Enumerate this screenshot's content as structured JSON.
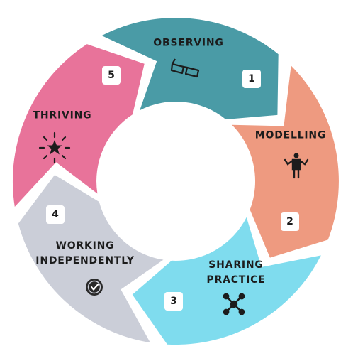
{
  "diagram": {
    "steps": [
      {
        "id": "observing",
        "label": "OBSERVING",
        "number": "1",
        "color": "#4a9ba6",
        "icon": "glasses-icon"
      },
      {
        "id": "modelling",
        "label": "MODELLING",
        "number": "2",
        "color": "#ee9a80",
        "icon": "person-arms-out-icon"
      },
      {
        "id": "sharing-practice",
        "label": "SHARING\nPRACTICE",
        "number": "3",
        "color": "#7fdcee",
        "icon": "network-icon"
      },
      {
        "id": "working-independently",
        "label": "WORKING\nINDEPENDENTLY",
        "number": "4",
        "color": "#cbced8",
        "icon": "badge-check-icon"
      },
      {
        "id": "thriving",
        "label": "THRIVING",
        "number": "5",
        "color": "#e8739a",
        "icon": "sparkle-star-icon"
      }
    ]
  }
}
